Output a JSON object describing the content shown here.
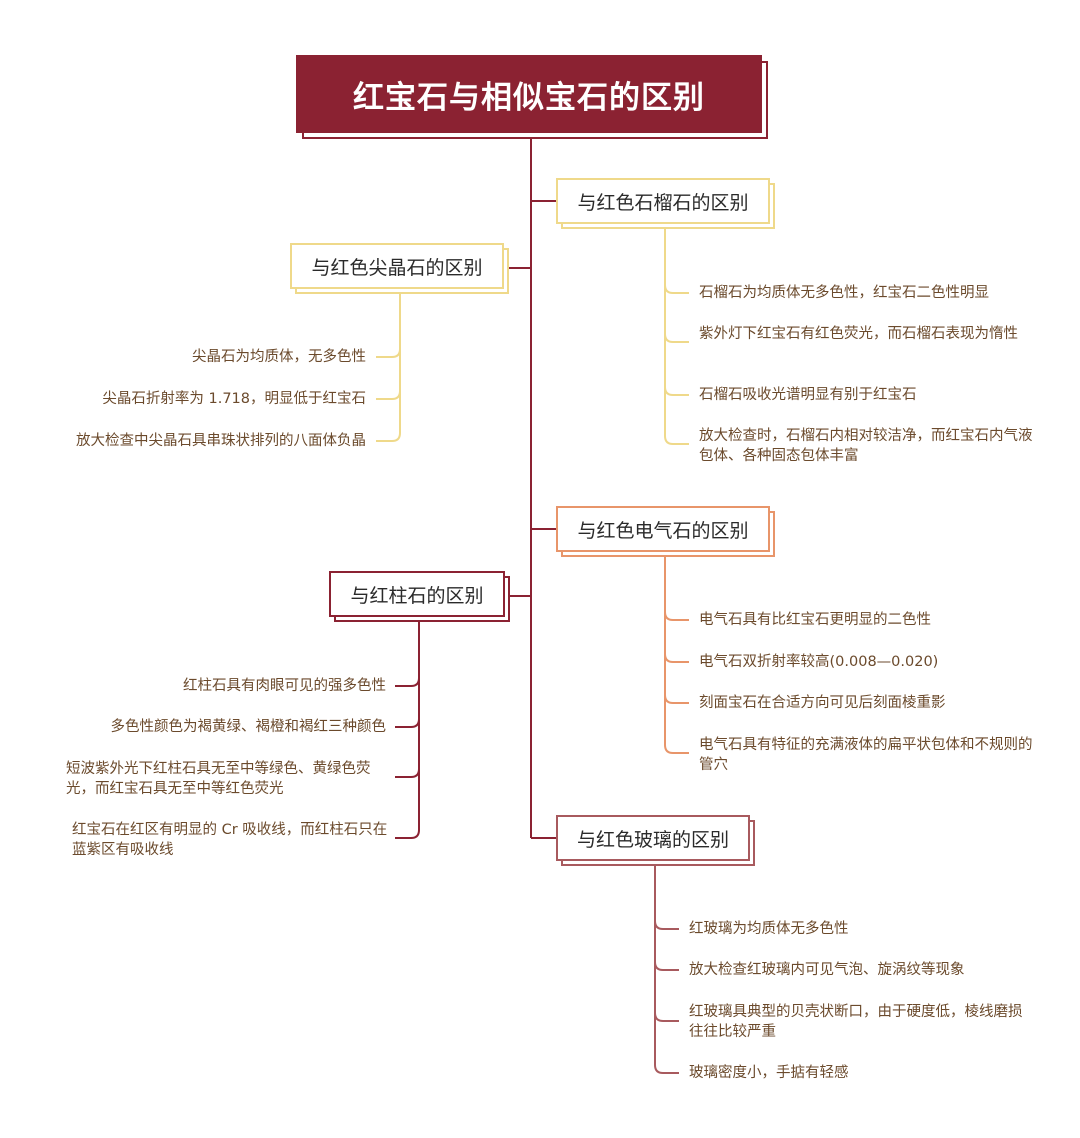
{
  "title": "红宝石与相似宝石的区别",
  "colors": {
    "trunk": "#8b2232",
    "garnet": "#efd98a",
    "spinel": "#efd98a",
    "tourmaline": "#e8956a",
    "andalusite": "#8b2232",
    "glass": "#a85a5e"
  },
  "branches": [
    {
      "id": "garnet",
      "label": "与红色石榴石的区别",
      "color": "#efd98a",
      "items": [
        "石榴石为均质体无多色性，红宝石二色性明显",
        "紫外灯下红宝石有红色荧光，而石榴石表现为惰性",
        "石榴石吸收光谱明显有别于红宝石",
        "放大检查时，石榴石内相对较洁净，而红宝石内气液包体、各种固态包体丰富"
      ]
    },
    {
      "id": "spinel",
      "label": "与红色尖晶石的区别",
      "color": "#efd98a",
      "items": [
        "尖晶石为均质体，无多色性",
        "尖晶石折射率为 1.718，明显低于红宝石",
        "放大检查中尖晶石具串珠状排列的八面体负晶"
      ]
    },
    {
      "id": "tourmaline",
      "label": "与红色电气石的区别",
      "color": "#e8956a",
      "items": [
        "电气石具有比红宝石更明显的二色性",
        "电气石双折射率较高(0.008—0.020)",
        "刻面宝石在合适方向可见后刻面棱重影",
        "电气石具有特征的充满液体的扁平状包体和不规则的管穴"
      ]
    },
    {
      "id": "andalusite",
      "label": "与红柱石的区别",
      "color": "#8b2232",
      "items": [
        "红柱石具有肉眼可见的强多色性",
        "多色性颜色为褐黄绿、褐橙和褐红三种颜色",
        "短波紫外光下红柱石具无至中等绿色、黄绿色荧光，而红宝石具无至中等红色荧光",
        "红宝石在红区有明显的 Cr 吸收线，而红柱石只在蓝紫区有吸收线"
      ]
    },
    {
      "id": "glass",
      "label": "与红色玻璃的区别",
      "color": "#a85a5e",
      "items": [
        "红玻璃为均质体无多色性",
        "放大检查红玻璃内可见气泡、旋涡纹等现象",
        "红玻璃具典型的贝壳状断口，由于硬度低，棱线磨损往往比较严重",
        "玻璃密度小，手掂有轻感"
      ]
    }
  ]
}
